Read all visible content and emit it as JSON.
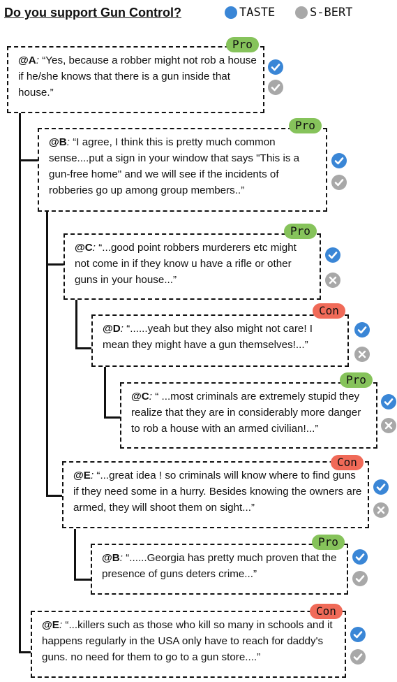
{
  "header": {
    "question": "Do you support Gun Control?",
    "legend": [
      {
        "label": "TASTE",
        "color": "#3a86d6"
      },
      {
        "label": "S-BERT",
        "color": "#a8a8a8"
      }
    ]
  },
  "posts": [
    {
      "author": "@A",
      "sep": ": ",
      "text": "“Yes, because a robber might not rob a house if he/she knows that there is a gun inside that house.”",
      "stance": "Pro",
      "taste": "check-blue",
      "sbert": "check-gray"
    },
    {
      "author": "@B",
      "sep": ": ",
      "text": "“I agree, I think this is pretty much common sense....put a sign in your window that says \"This is a gun-free home\" and we will see if the incidents of robberies go up among group members..”",
      "stance": "Pro",
      "taste": "check-blue",
      "sbert": "check-gray"
    },
    {
      "author": "@C",
      "sep": ": ",
      "text": "“...good point robbers murderers etc might not come in if they know u have a rifle or other guns in your house...”",
      "stance": "Pro",
      "taste": "check-blue",
      "sbert": "cross-gray"
    },
    {
      "author": "@D",
      "sep": ": ",
      "text": "“......yeah but they also might not care! I mean they might have a gun themselves!...”",
      "stance": "Con",
      "taste": "check-blue",
      "sbert": "cross-gray"
    },
    {
      "author": "@C",
      "sep": ": ",
      "text": "“ ...most criminals are extremely stupid they realize that they are in considerably more danger to rob a house with an armed civilian!...”",
      "stance": "Pro",
      "taste": "check-blue",
      "sbert": "cross-gray"
    },
    {
      "author": "@E",
      "sep": ": ",
      "text": "“...great idea ! so criminals will know where to find guns if they need some in a hurry. Besides knowing the owners are armed, they will shoot them on sight...”",
      "stance": "Con",
      "taste": "check-blue",
      "sbert": "cross-gray"
    },
    {
      "author": "@B",
      "sep": ": ",
      "text": "“......Georgia has pretty much proven that the presence of guns deters crime...”",
      "stance": "Pro",
      "taste": "check-blue",
      "sbert": "check-gray"
    },
    {
      "author": "@E",
      "sep": ": ",
      "text": "“...killers such as those who kill so many in schools and it happens regularly in the USA only have to reach for daddy's guns. no need for them to go to a gun store....”",
      "stance": "Con",
      "taste": "check-blue",
      "sbert": "check-gray"
    }
  ]
}
